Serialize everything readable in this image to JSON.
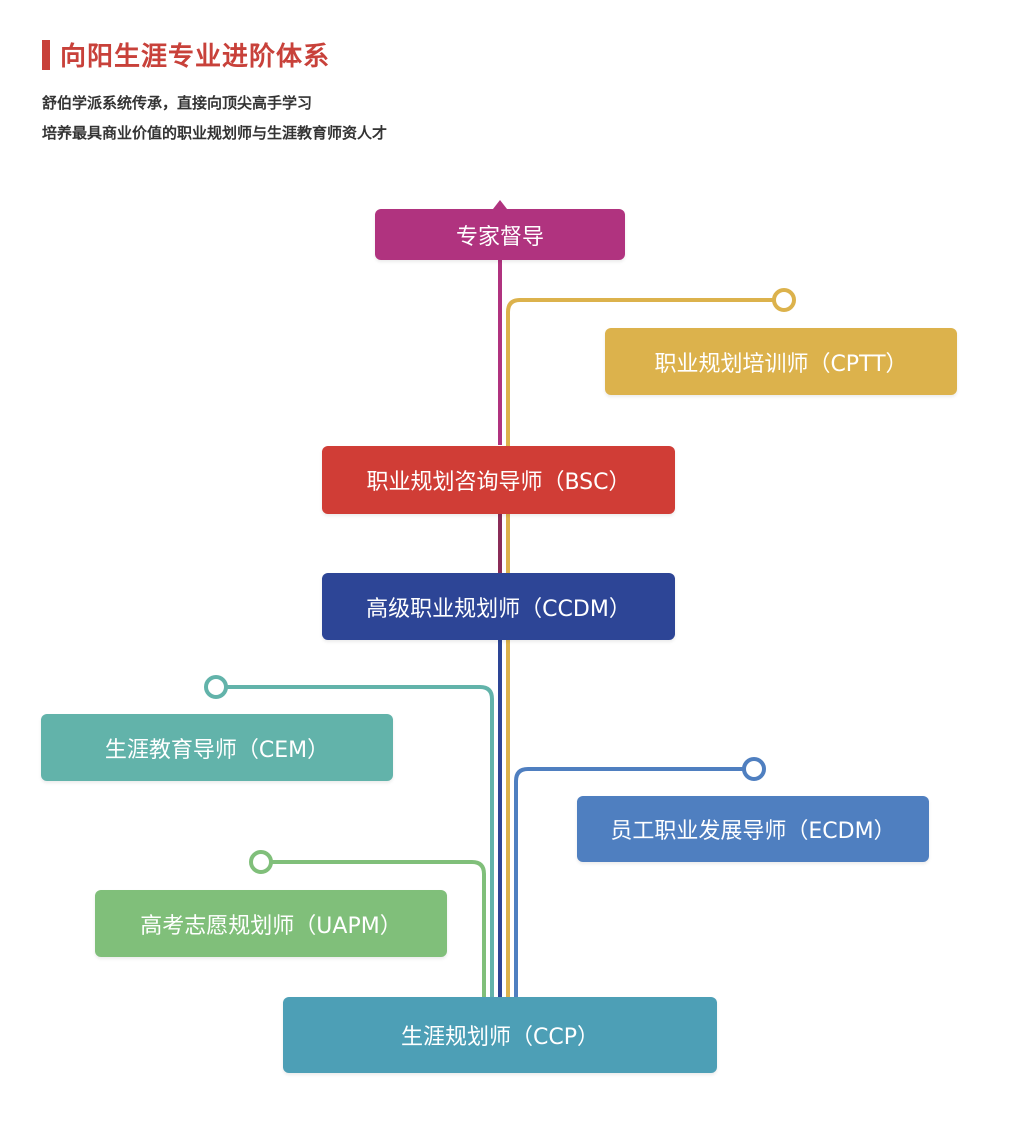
{
  "header": {
    "title": "向阳生涯专业进阶体系",
    "line1": "舒伯学派系统传承，直接向顶尖高手学习",
    "line2": "培养最具商业价值的职业规划师与生涯教育师资人才"
  },
  "nodes": {
    "supervisor": "专家督导",
    "cptt": "职业规划培训师（CPTT）",
    "bsc": "职业规划咨询导师（BSC）",
    "ccdm": "高级职业规划师（CCDM）",
    "cem": "生涯教育导师（CEM）",
    "ecdm": "员工职业发展导师（ECDM）",
    "uapm": "高考志愿规划师（UAPM）",
    "ccp": "生涯规划师（CCP）"
  },
  "colors": {
    "accent": "#c8413a",
    "supervisor": "#b0337f",
    "cptt": "#dcb24c",
    "bsc": "#d03d36",
    "ccdm": "#2d4596",
    "cem": "#62b3aa",
    "ecdm": "#4f7fc0",
    "uapm": "#80bf7a",
    "ccp": "#4d9fb6"
  }
}
